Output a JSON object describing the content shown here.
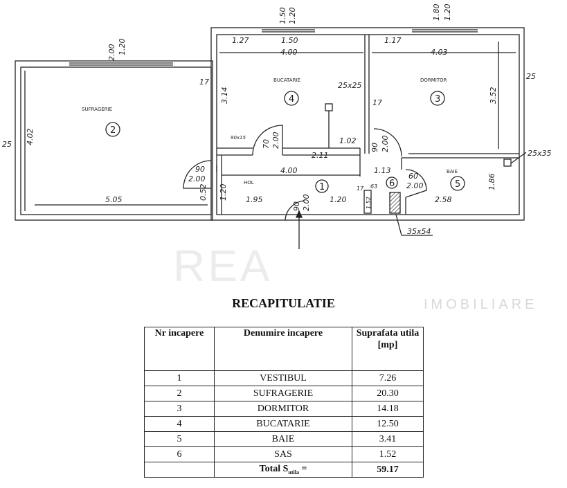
{
  "watermark": {
    "logo": "REA",
    "sub": "IMOBILIARE"
  },
  "plan": {
    "rooms": {
      "sufragerie": "SUFRAGERIE",
      "bucatarie": "BUCATARIE",
      "dormitor": "DORMITOR",
      "hol": "HOL",
      "baie": "BAIE"
    },
    "numbers": [
      "1",
      "2",
      "3",
      "4",
      "5",
      "6"
    ],
    "dims": {
      "win_suf": "2.00",
      "win_suf_h": "1.20",
      "win_buc": "1.50",
      "win_buc_h": "1.20",
      "win_dorm": "1.80",
      "win_dorm_h": "1.20",
      "buc_127": "1.27",
      "buc_150": "1.50",
      "dorm_117": "1.17",
      "buc_w": "4.00",
      "dorm_w": "4.03",
      "wall17a": "17",
      "wall17b": "17",
      "wall25r": "25",
      "wall25l": "25",
      "suf_h": "4.02",
      "buc_h": "3.14",
      "dorm_h": "3.52",
      "vent1": "25x25",
      "vent2": "25x35",
      "vent3": "35x54",
      "d_buc": "70",
      "d_buc_h": "2.00",
      "d_dorm": "90",
      "d_dorm_h": "2.00",
      "d_suf": "90",
      "d_suf_h": "2.00",
      "d_in": "90",
      "d_in_h": "2.00",
      "d_baie": "60",
      "d_baie_h": "2.00",
      "n90x15": "90x15",
      "n102": "1.02",
      "n211": "2.11",
      "hol_w": "4.00",
      "n113": "1.13",
      "suf_w": "5.05",
      "n052": "0.52",
      "n120v": "1.20",
      "n195": "1.95",
      "n120": "1.20",
      "n17": "17",
      "n63": "63",
      "n152": "1.52",
      "baie_w": "2.58",
      "baie_h": "1.86"
    }
  },
  "recap": {
    "title": "RECAPITULATIE",
    "headers": [
      "Nr incapere",
      "Denumire incapere",
      "Suprafata utila [mp]"
    ],
    "rows": [
      {
        "nr": "1",
        "name": "VESTIBUL",
        "area": "7.26"
      },
      {
        "nr": "2",
        "name": "SUFRAGERIE",
        "area": "20.30"
      },
      {
        "nr": "3",
        "name": "DORMITOR",
        "area": "14.18"
      },
      {
        "nr": "4",
        "name": "BUCATARIE",
        "area": "12.50"
      },
      {
        "nr": "5",
        "name": "BAIE",
        "area": "3.41"
      },
      {
        "nr": "6",
        "name": "SAS",
        "area": "1.52"
      }
    ],
    "total_label": "Total S",
    "total_sub": "utila",
    "total_eq": " =",
    "total": "59.17"
  }
}
